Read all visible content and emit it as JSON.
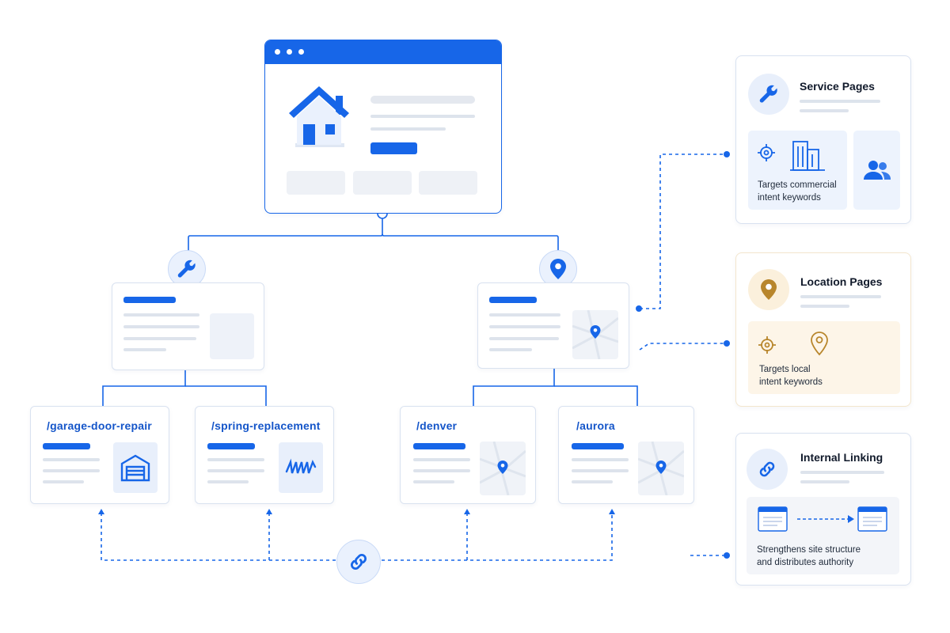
{
  "service_pages": [
    {
      "slug": "/garage-door-repair",
      "icon": "garage-icon"
    },
    {
      "slug": "/spring-replacement",
      "icon": "spring-icon"
    }
  ],
  "location_pages": [
    {
      "slug": "/denver",
      "icon": "map-pin-icon"
    },
    {
      "slug": "/aurora",
      "icon": "map-pin-icon"
    }
  ],
  "panels": {
    "service": {
      "title": "Service Pages",
      "desc_line1": "Targets commercial",
      "desc_line2": "intent keywords",
      "icon": "wrench-icon",
      "accent": "#1766e8"
    },
    "location": {
      "title": "Location Pages",
      "desc_line1": "Targets local",
      "desc_line2": "intent keywords",
      "icon": "map-pin-icon",
      "accent": "#b8862c"
    },
    "linking": {
      "title": "Internal Linking",
      "desc_line1": "Strengthens site structure",
      "desc_line2": "and distributes authority",
      "icon": "link-icon",
      "accent": "#1766e8"
    }
  },
  "colors": {
    "primary": "#1766e8",
    "gold": "#b8862c",
    "border": "#d9e2f0"
  }
}
